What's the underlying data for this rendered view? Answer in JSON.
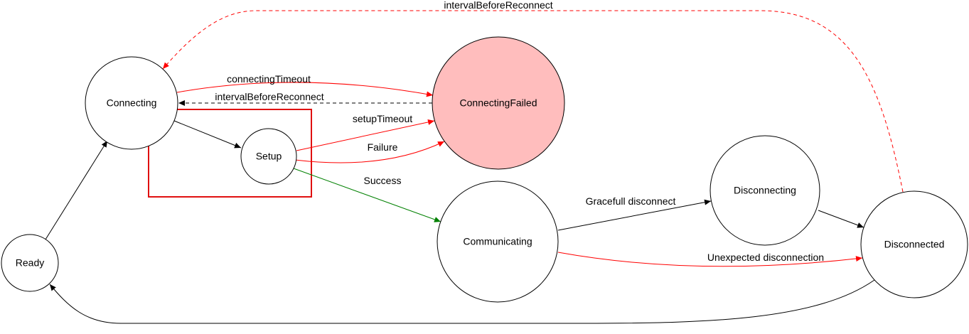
{
  "colors": {
    "stroke": "#000000",
    "red": "#ff0000",
    "green": "#008000",
    "failed_fill": "#ffbdbd",
    "highlight": "#e01010",
    "node_fill": "#ffffff"
  },
  "nodes": {
    "ready": "Ready",
    "connecting": "Connecting",
    "setup": "Setup",
    "connecting_failed": "ConnectingFailed",
    "communicating": "Communicating",
    "disconnecting": "Disconnecting",
    "disconnected": "Disconnected"
  },
  "edges": {
    "interval_top": "intervalBeforeReconnect",
    "connecting_timeout": "connectingTimeout",
    "interval_mid": "intervalBeforeReconnect",
    "setup_timeout": "setupTimeout",
    "failure": "Failure",
    "success": "Success",
    "graceful_disconnect": "Gracefull disconnect",
    "unexpected_disconnection": "Unexpected disconnection"
  }
}
